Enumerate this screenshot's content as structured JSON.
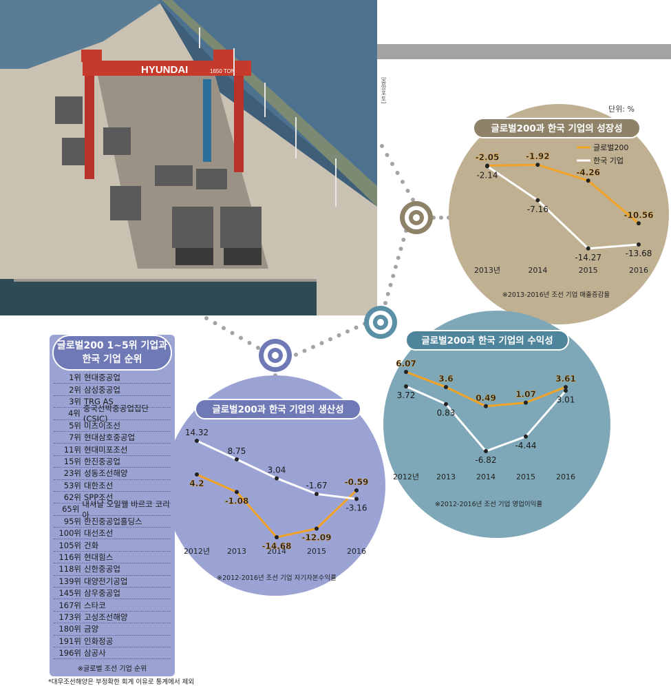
{
  "unit_label": "단위: %",
  "credit": "[중앙포토]",
  "photo": {
    "sign_text": "HYUNDAI",
    "sign_sub": "1650 TON"
  },
  "ranking": {
    "title_line1": "글로벌200 1~5위 기업과",
    "title_line2": "한국 기업 순위",
    "items": [
      {
        "rank": "1위",
        "name": "현대중공업"
      },
      {
        "rank": "2위",
        "name": "삼성중공업"
      },
      {
        "rank": "3위",
        "name": "TRG AS"
      },
      {
        "rank": "4위",
        "name": "중국선박중공업집단(CSIC)"
      },
      {
        "rank": "5위",
        "name": "미츠이조선"
      },
      {
        "rank": "7위",
        "name": "현대삼호중공업"
      },
      {
        "rank": "11위",
        "name": "현대미포조선"
      },
      {
        "rank": "15위",
        "name": "한진중공업"
      },
      {
        "rank": "23위",
        "name": "성동조선해양"
      },
      {
        "rank": "53위",
        "name": "대한조선"
      },
      {
        "rank": "62위",
        "name": "SPP조선"
      },
      {
        "rank": "65위",
        "name": "내셔날 오일웰 바르코 코리아"
      },
      {
        "rank": "95위",
        "name": "한진중공업홀딩스"
      },
      {
        "rank": "100위",
        "name": "대선조선"
      },
      {
        "rank": "105위",
        "name": "건화"
      },
      {
        "rank": "116위",
        "name": "현대힘스"
      },
      {
        "rank": "118위",
        "name": "신한중공업"
      },
      {
        "rank": "139위",
        "name": "대양전기공업"
      },
      {
        "rank": "145위",
        "name": "삼우중공업"
      },
      {
        "rank": "167위",
        "name": "스타코"
      },
      {
        "rank": "173위",
        "name": "고성조선해양"
      },
      {
        "rank": "180위",
        "name": "금양"
      },
      {
        "rank": "191위",
        "name": "인화정공"
      },
      {
        "rank": "196위",
        "name": "삼공사"
      }
    ],
    "note": "※글로벌 조선 기업 순위"
  },
  "footnote": "*대우조선해양은 부정확한 회계 이유로 통계에서 제외",
  "colors": {
    "global": "#f2a325",
    "korea": "#ffffff",
    "growth_bg": "#bfb092",
    "profit_bg": "#7ea8b8",
    "productivity_bg": "#9ba3d5",
    "ring": "#5b8fa6"
  },
  "chart_data": [
    {
      "type": "line",
      "title": "글로벌200과 한국 기업의 성장성",
      "categories": [
        "2013년",
        "2014",
        "2015",
        "2016"
      ],
      "series": [
        {
          "name": "글로벌200",
          "values": [
            -2.05,
            -1.92,
            -4.26,
            -10.56
          ],
          "labels": [
            "-2.05",
            "-1.92",
            "-4.26",
            "-10.56"
          ]
        },
        {
          "name": "한국 기업",
          "values": [
            -2.14,
            -7.16,
            -14.27,
            -13.68
          ],
          "labels": [
            "-2.14",
            "-7.16",
            "-14.27",
            "-13.68"
          ]
        }
      ],
      "note": "※2013-2016년 조선 기업 매출증감율",
      "legend": "top-right"
    },
    {
      "type": "line",
      "title": "글로벌200과 한국 기업의 수익성",
      "categories": [
        "2012년",
        "2013",
        "2014",
        "2015",
        "2016"
      ],
      "series": [
        {
          "name": "글로벌200",
          "values": [
            6.07,
            3.6,
            0.49,
            1.07,
            3.61
          ],
          "labels": [
            "6.07",
            "3.6",
            "0.49",
            "1.07",
            "3.61"
          ]
        },
        {
          "name": "한국 기업",
          "values": [
            3.72,
            0.83,
            -6.82,
            -4.44,
            3.01
          ],
          "labels": [
            "3.72",
            "0.83",
            "-6.82",
            "-4.44",
            "3.01"
          ]
        }
      ],
      "note": "※2012-2016년 조선 기업 영업이익률"
    },
    {
      "type": "line",
      "title": "글로벌200과 한국 기업의 생산성",
      "categories": [
        "2012년",
        "2013",
        "2014",
        "2015",
        "2016"
      ],
      "series": [
        {
          "name": "글로벌200",
          "values": [
            4.2,
            -1.08,
            -14.68,
            -12.09,
            -0.59
          ],
          "labels": [
            "4.2",
            "-1.08",
            "-14.68",
            "-12.09",
            "-0.59"
          ]
        },
        {
          "name": "한국 기업",
          "values": [
            14.32,
            8.75,
            3.04,
            -1.67,
            -3.16
          ],
          "labels": [
            "14.32",
            "8.75",
            "3.04",
            "-1.67",
            "-3.16"
          ]
        }
      ],
      "note": "※2012-2016년 조선 기업 자기자본수익률"
    }
  ]
}
